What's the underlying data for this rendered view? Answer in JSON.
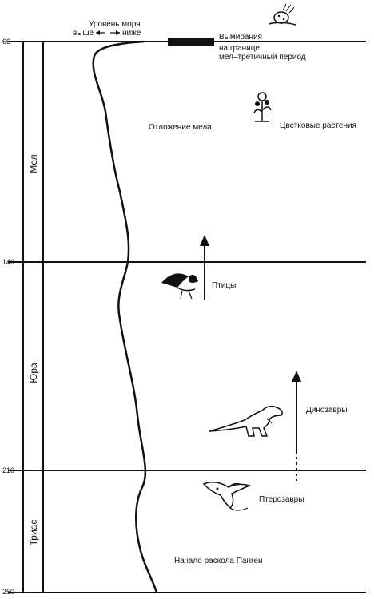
{
  "header": {
    "sea_level": "Уровень моря",
    "higher": "выше",
    "lower": "ниже"
  },
  "ages": [
    "66",
    "140",
    "210",
    "250"
  ],
  "periods": [
    "Мел",
    "Юра",
    "Триас"
  ],
  "events": {
    "extinction_line1": "Вымирания",
    "extinction_line2": "на границе",
    "extinction_line3": "мел–третичный период",
    "flowering": "Цветковые растения",
    "chalk": "Отложение мела",
    "birds": "Птицы",
    "dinosaurs": "Динозавры",
    "pterosaurs": "Птерозавры",
    "pangea": "Начало раскола Пангеи"
  }
}
